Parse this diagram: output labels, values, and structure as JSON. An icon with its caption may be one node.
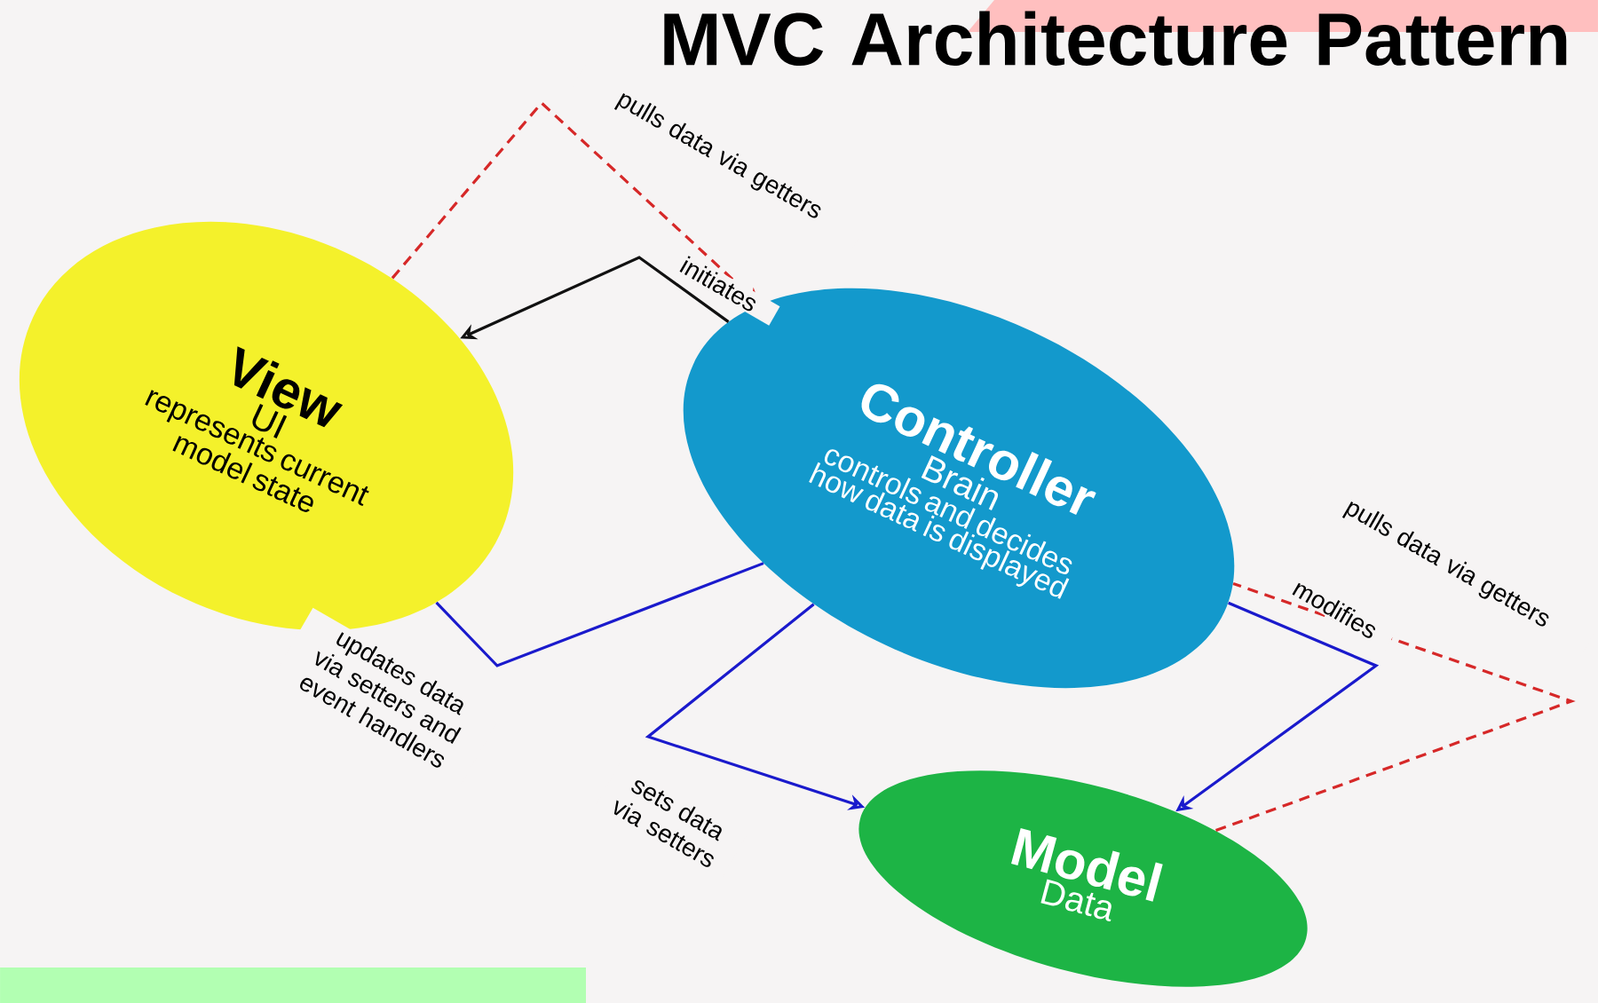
{
  "diagram": {
    "title": "MVC Architecture Pattern",
    "nodes": [
      {
        "text": [
          "View",
          "UI",
          "represents current model state"
        ]
      },
      {
        "text": [
          "Controller",
          "Brain",
          "controls and decides how data is displayed"
        ]
      },
      {
        "text": [
          "Model",
          "Data"
        ]
      }
    ],
    "edges": [
      {
        "from": 1,
        "to": 0,
        "arrow": "to",
        "label": "initiates",
        "color": "#111111"
      },
      {
        "from": 0,
        "to": 1,
        "arrow": "to",
        "label": "pulls data via getters",
        "style": "dashed",
        "color": "#d62828"
      },
      {
        "from": 0,
        "to": 1,
        "arrow": "none",
        "label": "updates data via setters and event handlers"
      },
      {
        "from": 1,
        "to": 2,
        "arrow": "to",
        "label": "sets data via setters"
      },
      {
        "from": 1,
        "to": 2,
        "arrow": "to",
        "label": "modifies"
      },
      {
        "from": 2,
        "to": 1,
        "arrow": "none",
        "label": "pulls data via getters",
        "style": "dashed",
        "color": "#d62828"
      }
    ]
  }
}
